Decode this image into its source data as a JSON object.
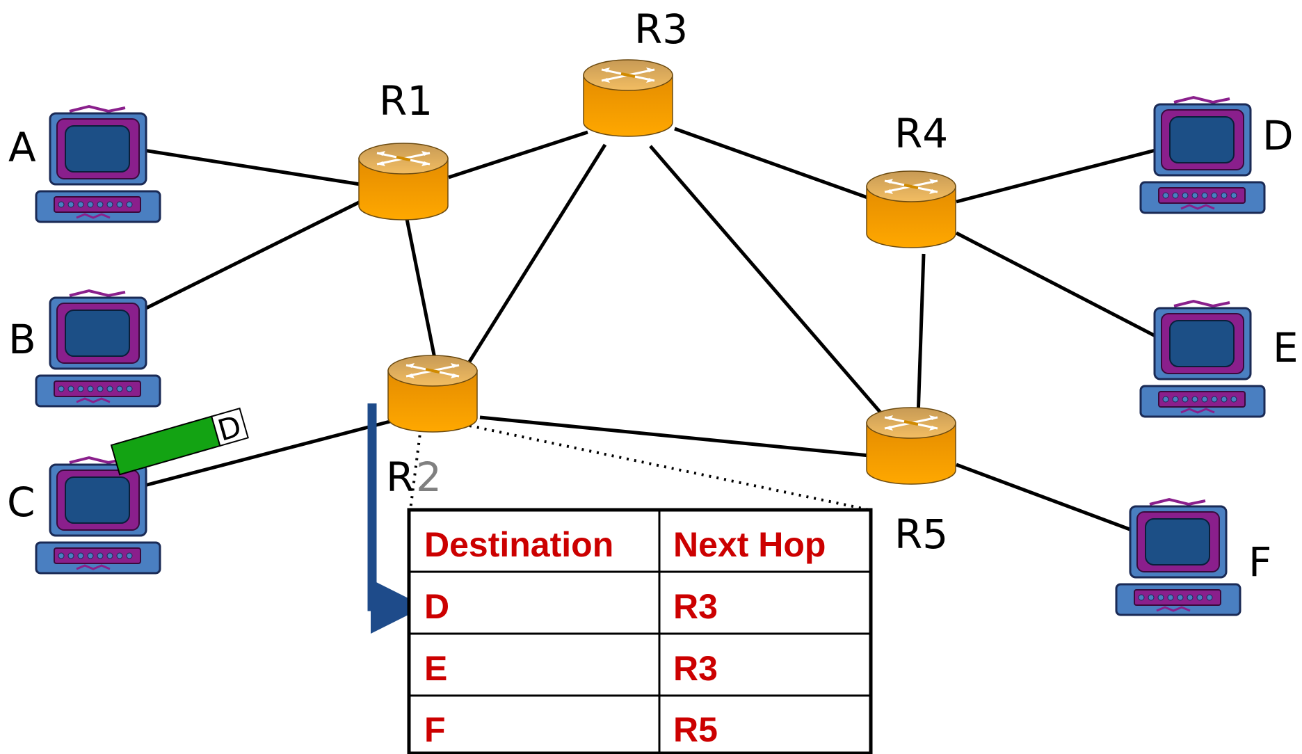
{
  "colors": {
    "router_body": "#f7a100",
    "router_top": "#e0b25a",
    "monitor_frame": "#4a7fc1",
    "monitor_bezel": "#8a1f8c",
    "screen": "#1c4f86",
    "packet": "#13a313",
    "arrow": "#1e4b8a",
    "table_text": "#cc0000",
    "link": "#000000"
  },
  "routers": [
    {
      "id": "R1",
      "label": "R1"
    },
    {
      "id": "R2",
      "label_first": "R",
      "label_second": "2"
    },
    {
      "id": "R3",
      "label": "R3"
    },
    {
      "id": "R4",
      "label": "R4"
    },
    {
      "id": "R5",
      "label": "R5"
    }
  ],
  "hosts": [
    {
      "id": "A",
      "label": "A"
    },
    {
      "id": "B",
      "label": "B"
    },
    {
      "id": "C",
      "label": "C"
    },
    {
      "id": "D",
      "label": "D"
    },
    {
      "id": "E",
      "label": "E"
    },
    {
      "id": "F",
      "label": "F"
    }
  ],
  "packet": {
    "destination": "D"
  },
  "forwarding_table": {
    "headers": {
      "destination": "Destination",
      "next_hop": "Next Hop"
    },
    "rows": [
      {
        "destination": "D",
        "next_hop": "R3"
      },
      {
        "destination": "E",
        "next_hop": "R3"
      },
      {
        "destination": "F",
        "next_hop": "R5"
      }
    ],
    "highlighted_row": 0
  }
}
